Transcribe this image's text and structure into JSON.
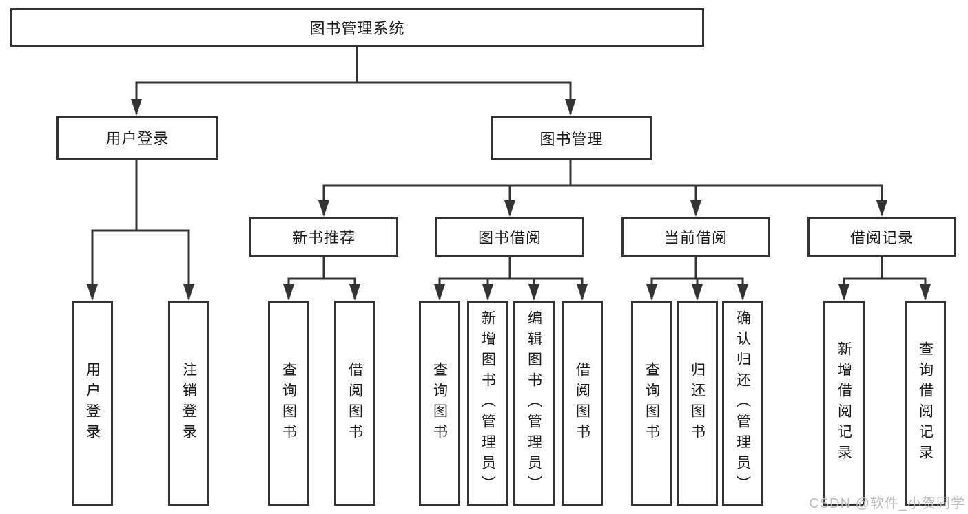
{
  "tree": {
    "label": "图书管理系统",
    "children": [
      {
        "label": "用户登录",
        "children": [
          {
            "label": "用户登录"
          },
          {
            "label": "注销登录"
          }
        ]
      },
      {
        "label": "图书管理",
        "children": [
          {
            "label": "新书推荐",
            "children": [
              {
                "label": "查询图书"
              },
              {
                "label": "借阅图书"
              }
            ]
          },
          {
            "label": "图书借阅",
            "children": [
              {
                "label": "查询图书"
              },
              {
                "label": "新增图书（管理员）"
              },
              {
                "label": "编辑图书（管理员）"
              },
              {
                "label": "借阅图书"
              }
            ]
          },
          {
            "label": "当前借阅",
            "children": [
              {
                "label": "查询图书"
              },
              {
                "label": "归还图书"
              },
              {
                "label": "确认归还（管理员）"
              }
            ]
          },
          {
            "label": "借阅记录",
            "children": [
              {
                "label": "新增借阅记录"
              },
              {
                "label": "查询借阅记录"
              }
            ]
          }
        ]
      }
    ]
  },
  "watermark": {
    "text": "CSDN @软件_小贺同学"
  },
  "colors": {
    "line": "#333333",
    "text": "#1a1a1a",
    "background": "#ffffff",
    "watermark": "#b9b9b9"
  }
}
